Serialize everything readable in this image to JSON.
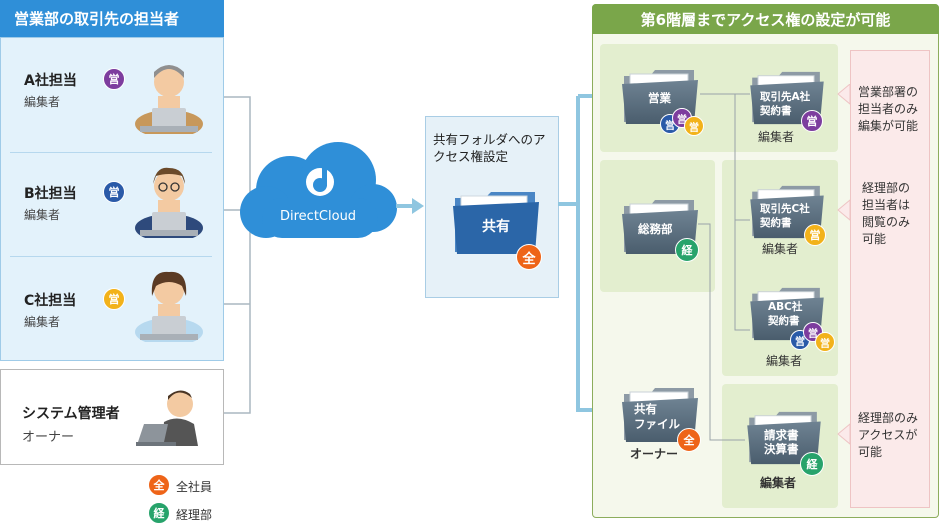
{
  "left": {
    "title": "営業部の取引先の担当者",
    "reps": [
      {
        "name": "A社担当",
        "role": "編集者",
        "badge": "営"
      },
      {
        "name": "B社担当",
        "role": "編集者",
        "badge": "営"
      },
      {
        "name": "C社担当",
        "role": "編集者",
        "badge": "営"
      }
    ],
    "admin": {
      "name": "システム管理者",
      "role": "オーナー"
    }
  },
  "cloud": {
    "label": "DirectCloud"
  },
  "share": {
    "title": "共有フォルダへのアクセス権設定",
    "folder": "共有",
    "badge": "全"
  },
  "right": {
    "title": "第6階層までアクセス権の設定が可能",
    "folders": {
      "sales": {
        "label": "営業",
        "badges": [
          "営",
          "営"
        ]
      },
      "general": {
        "label": "総務部",
        "badge": "経"
      },
      "shared_file": {
        "label_line1": "共有",
        "label_line2": "ファイル",
        "badge": "全",
        "caption": "オーナー"
      },
      "contract_a": {
        "line1": "取引先A社",
        "line2": "契約書",
        "badge": "営",
        "caption": "編集者"
      },
      "contract_c": {
        "line1": "取引先C社",
        "line2": "契約書",
        "badge": "営",
        "caption": "編集者"
      },
      "contract_abc": {
        "line1": "ABC社",
        "line2": "契約書",
        "badges": [
          "営",
          "営"
        ],
        "caption": "編集者"
      },
      "invoice": {
        "line1": "請求書",
        "line2": "決算書",
        "badge": "経",
        "caption": "編集者"
      }
    },
    "notes": [
      {
        "l1": "営業部署の",
        "l2": "担当者のみ",
        "l3": "編集が可能"
      },
      {
        "l1": "経理部の",
        "l2": "担当者は",
        "l3": "閲覧のみ",
        "l4": "可能"
      },
      {
        "l1": "経理部のみ",
        "l2": "アクセスが",
        "l3": "可能"
      }
    ]
  },
  "legend": [
    {
      "badge": "全",
      "label": "全社員"
    },
    {
      "badge": "経",
      "label": "経理部"
    }
  ],
  "colors": {
    "blue_header": "#2f8fd8",
    "green_header": "#7aa64a",
    "sales_purple": "#7d3d9e",
    "sales_blue": "#2a5aa8",
    "sales_yellow": "#f2b21a",
    "all_orange": "#ee6418",
    "accounting_green": "#27a36b"
  }
}
